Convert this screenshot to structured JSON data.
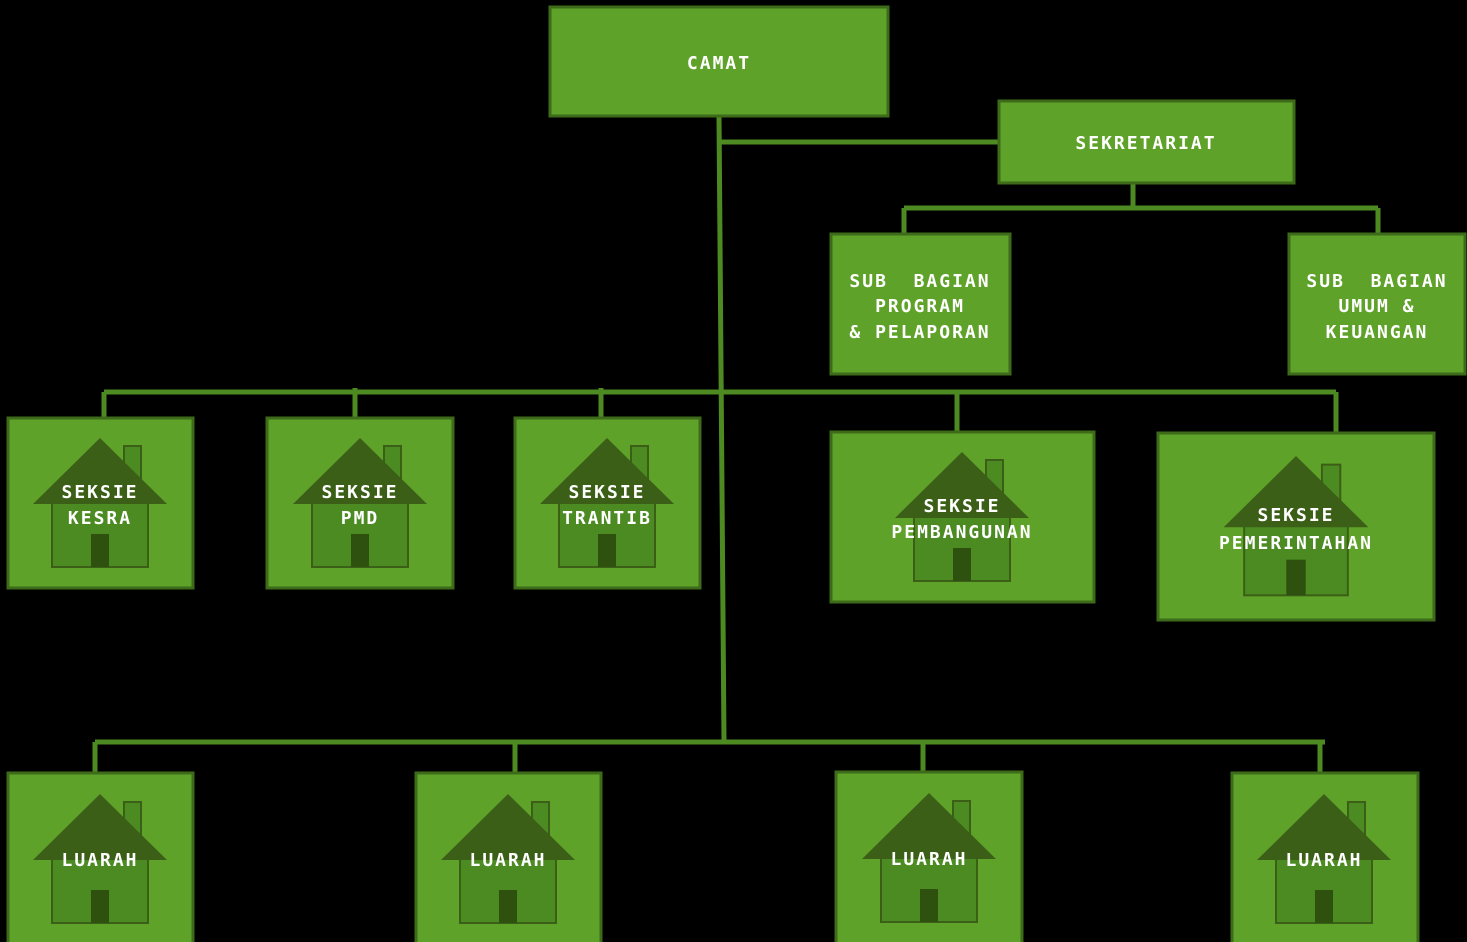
{
  "colors": {
    "background": "#000000",
    "box_fill": "#5fa229",
    "box_border": "#3d6b19",
    "connector": "#4e8a22",
    "house_roof": "#3b5f17",
    "house_body": "#4c8a22",
    "house_door": "#2f5110",
    "text": "#ffffff"
  },
  "nodes": {
    "camat": {
      "label": "CAMAT"
    },
    "sekretariat": {
      "label": "SEKRETARIAT"
    },
    "sub_program": {
      "lines": [
        "SUB  BAGIAN",
        "PROGRAM",
        "& PELAPORAN"
      ]
    },
    "sub_umum": {
      "lines": [
        "SUB  BAGIAN",
        "UMUM &",
        "KEUANGAN"
      ]
    },
    "seksie_kesra": {
      "lines": [
        "SEKSIE",
        "KESRA"
      ],
      "icon": "house-icon"
    },
    "seksie_pmd": {
      "lines": [
        "SEKSIE",
        "PMD"
      ],
      "icon": "house-icon"
    },
    "seksie_trantib": {
      "lines": [
        "SEKSIE",
        "TRANTIB"
      ],
      "icon": "house-icon"
    },
    "seksie_pembangunan": {
      "lines": [
        "SEKSIE",
        "PEMBANGUNAN"
      ],
      "icon": "house-icon"
    },
    "seksie_pemerintahan": {
      "lines": [
        "SEKSIE",
        "PEMERINTAHAN"
      ],
      "icon": "house-icon"
    },
    "luarah_1": {
      "label": "LUARAH",
      "icon": "house-icon"
    },
    "luarah_2": {
      "label": "LUARAH",
      "icon": "house-icon"
    },
    "luarah_3": {
      "label": "LUARAH",
      "icon": "house-icon"
    },
    "luarah_4": {
      "label": "LUARAH",
      "icon": "house-icon"
    }
  }
}
